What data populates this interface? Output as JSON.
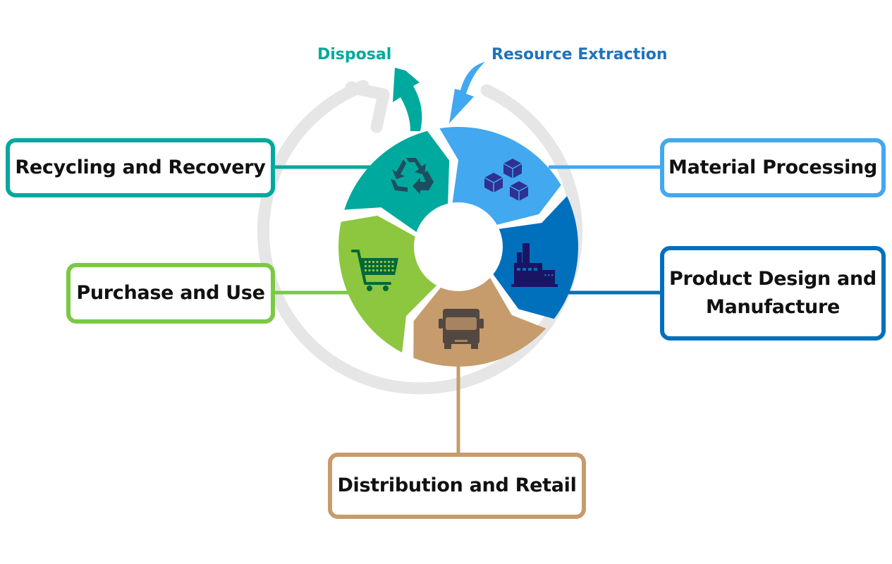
{
  "title": "Product Life Cycle",
  "flows": {
    "disposal": {
      "label": "Disposal",
      "color": "#00A99D"
    },
    "resource_extraction": {
      "label": "Resource Extraction",
      "color": "#1E73BE",
      "arrow_color": "#42A8F0"
    }
  },
  "stages": [
    {
      "id": "recycling",
      "label": "Recycling and Recovery",
      "color": "#00A99D",
      "icon": "recycle-icon",
      "icon_color": "#1D4E5F"
    },
    {
      "id": "material",
      "label": "Material Processing",
      "color": "#42A8F0",
      "icon": "cubes-icon",
      "icon_color": "#2E3192"
    },
    {
      "id": "product",
      "label": "Product Design and Manufacture",
      "label_lines": [
        "Product Design and",
        "Manufacture"
      ],
      "color": "#0070BC",
      "icon": "factory-icon",
      "icon_color": "#1B1464"
    },
    {
      "id": "distribution",
      "label": "Distribution and Retail",
      "color": "#C69C6D",
      "icon": "truck-icon",
      "icon_color": "#534741"
    },
    {
      "id": "purchase",
      "label": "Purchase and Use",
      "color": "#8DC63F",
      "box_color": "#7AC943",
      "icon": "shopping-cart-icon",
      "icon_color": "#006837"
    }
  ],
  "cycle_ring_color": "#E6E6E6"
}
